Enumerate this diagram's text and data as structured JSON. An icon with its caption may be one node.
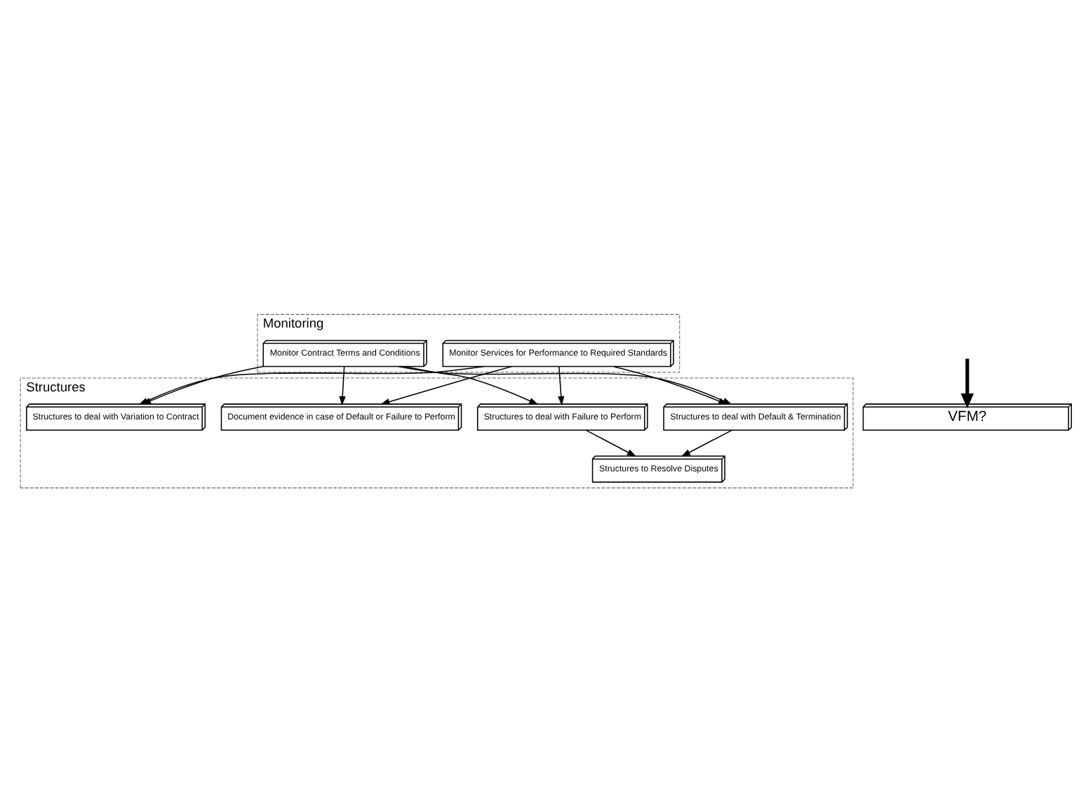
{
  "diagram": {
    "nodes": [
      {
        "text": [
          "Monitoring"
        ]
      },
      {
        "text": [
          "Monitor Services for Performance to Required Standards"
        ],
        "in": 0
      },
      {
        "text": [
          "Monitor Contract Terms and Conditions"
        ],
        "in": 0
      },
      {
        "text": [
          "Structures"
        ]
      },
      {
        "text": [
          "Document evidence in case of Default or Failure to Perform"
        ],
        "in": 3
      },
      {
        "text": [
          "Structures to deal with Variation to Contract"
        ],
        "in": 3
      },
      {
        "text": [
          "Structures to deal with Failure to Perform"
        ],
        "in": 3
      },
      {
        "text": [
          "Structures to deal with Default & Termination"
        ],
        "in": 3
      },
      {
        "text": [
          "Structures to Resolve Disputes"
        ],
        "in": 3
      },
      {
        "text": [
          "VFM?"
        ]
      }
    ],
    "edges": [
      {
        "from": 1,
        "to": 4,
        "arrow": "to"
      },
      {
        "from": 1,
        "to": 5,
        "arrow": "to"
      },
      {
        "from": 1,
        "to": 6,
        "arrow": "to"
      },
      {
        "from": 1,
        "to": 7,
        "arrow": "to"
      },
      {
        "from": 2,
        "to": 4,
        "arrow": "to"
      },
      {
        "from": 2,
        "to": 5,
        "arrow": "to"
      },
      {
        "from": 2,
        "to": 6,
        "arrow": "to"
      },
      {
        "from": 2,
        "to": 7,
        "arrow": "to"
      },
      {
        "from": 6,
        "to": 8,
        "arrow": "to"
      },
      {
        "from": 7,
        "to": 8,
        "arrow": "to"
      },
      {
        "from": null,
        "to": 9,
        "arrow": "to",
        "style": "thick"
      }
    ]
  }
}
